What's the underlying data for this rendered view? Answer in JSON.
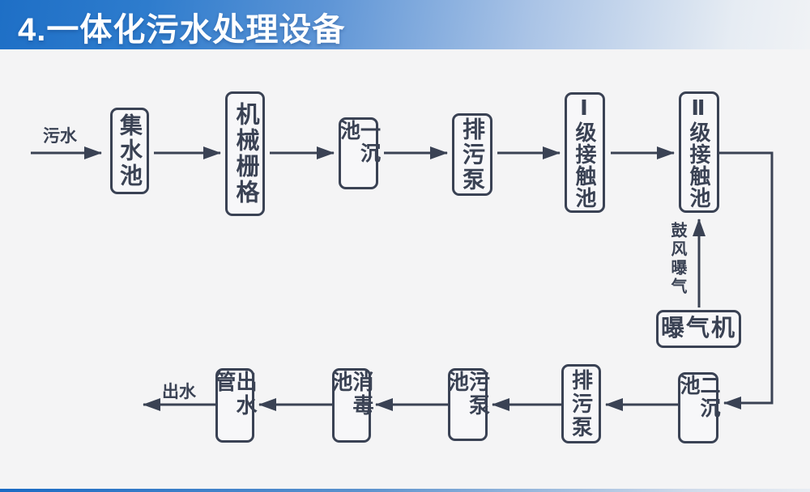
{
  "title": "4.一体化污水处理设备",
  "diagram": {
    "inflow_label": "污水",
    "outflow_label": "出水",
    "aeration_label": "鼓风曝气",
    "nodes": [
      {
        "label": "集水池"
      },
      {
        "label": "机械栅格"
      },
      {
        "label": "一沉池"
      },
      {
        "label": "排污泵"
      },
      {
        "label": "Ⅰ级接触池"
      },
      {
        "label": "Ⅱ级接触池"
      },
      {
        "label": "曝气机"
      },
      {
        "label": "二沉池"
      },
      {
        "label": "排污泵"
      },
      {
        "label": "污泵池"
      },
      {
        "label": "消毒池"
      },
      {
        "label": "出水管"
      }
    ]
  },
  "colors": {
    "ink": "#3a4254",
    "background": "#f4f4f5",
    "title_text": "#ffffff",
    "title_gradient_start": "#1e6fc6",
    "title_gradient_end": "#f0f2f5",
    "bottom_bar_gradient_start": "#1a6bc4",
    "bottom_bar_gradient_end": "#e8edf3"
  }
}
